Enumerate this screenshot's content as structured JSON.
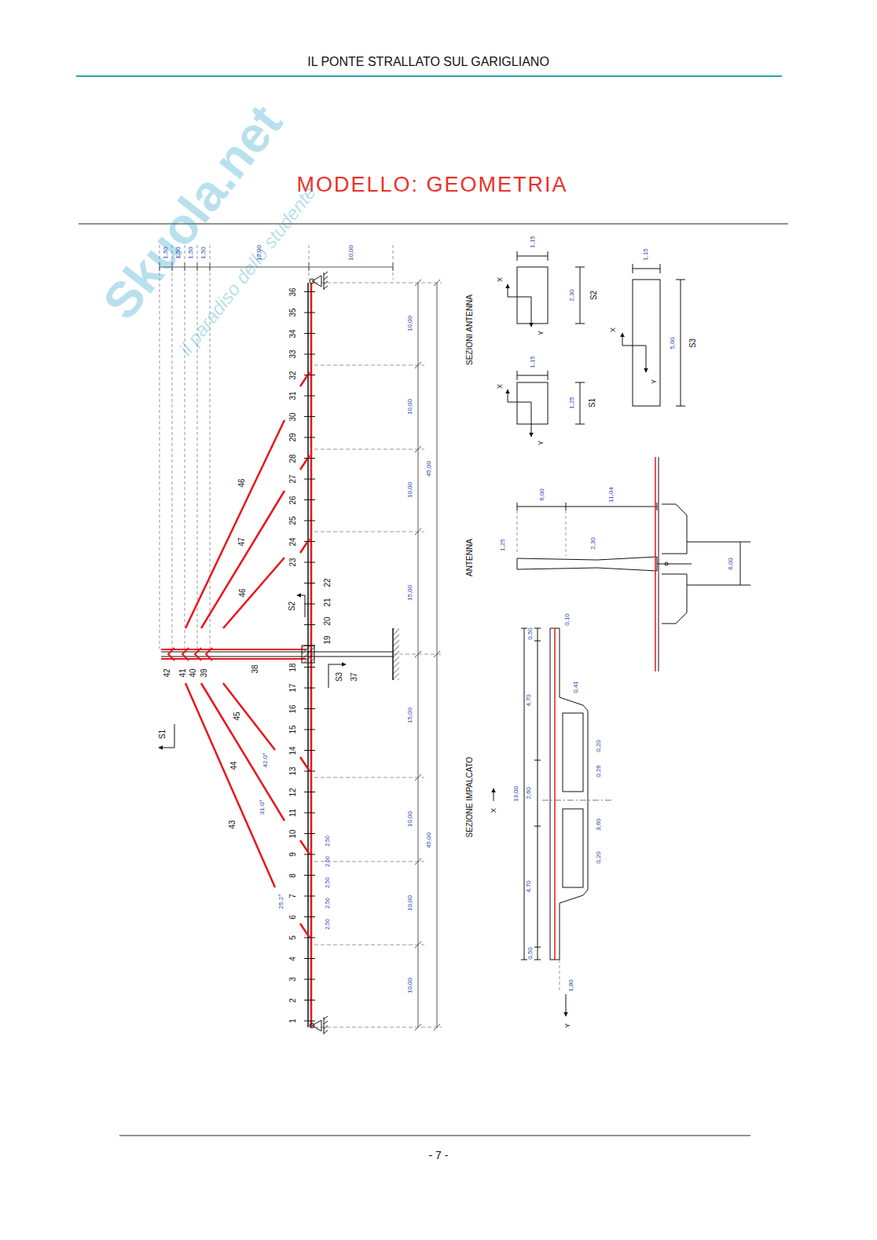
{
  "diagram": {
    "title": "MODELLO: GEOMETRIA",
    "labels": [
      "IL PONTE STRALLATO SUL GARIGLIANO",
      "Skuola.net",
      "il paradiso dello studente",
      "- 7 -",
      "1",
      "2",
      "3",
      "4",
      "5",
      "6",
      "7",
      "8",
      "9",
      "10",
      "11",
      "12",
      "13",
      "14",
      "15",
      "16",
      "17",
      "18",
      "19",
      "20",
      "21",
      "22",
      "23",
      "24",
      "25",
      "26",
      "27",
      "28",
      "29",
      "30",
      "31",
      "32",
      "33",
      "34",
      "35",
      "36",
      "37",
      "38",
      "39",
      "40",
      "41",
      "42",
      "46",
      "47",
      "46",
      "45",
      "44",
      "43",
      "42.0°",
      "31.0°",
      "25.2°",
      "S2",
      "S3",
      "S1",
      "1,50",
      "1,50",
      "1,50",
      "1,50",
      "12,00",
      "10,00",
      "10,00",
      "10,00",
      "10,00",
      "15,00",
      "15,00",
      "10,00",
      "10,00",
      "10,00",
      "45,00",
      "45,00",
      "2,50",
      "2,50",
      "2,50",
      "2,50",
      "2,50",
      "SEZIONI ANTENNA",
      "1,15",
      "2,30",
      "S2",
      "X",
      "Y",
      "1,15",
      "1,25",
      "S1",
      "X",
      "Y",
      "1,15",
      "5,00",
      "S3",
      "X",
      "Y",
      "ANTENNA",
      "6,00",
      "11,04",
      "1,25",
      "2,30",
      "6,00",
      "SEZIONE IMPALCATO",
      "0,50",
      "13,00",
      "4,70",
      "2,60",
      "4,70",
      "0,50",
      "0,10",
      "0,41",
      "0,20",
      "0,26",
      "3,60",
      "0,20",
      "1,80",
      "Y",
      "X"
    ]
  }
}
